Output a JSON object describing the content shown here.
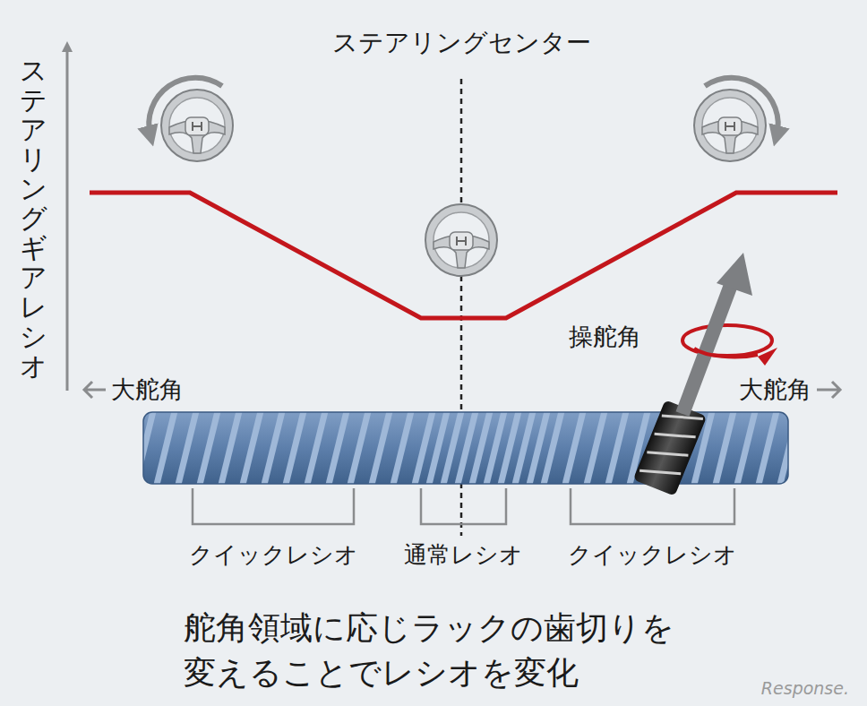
{
  "diagram": {
    "caption": "舵角領域に応じラックの歯切りを変えることでレシオを変化",
    "labels": [
      "ステアリングギアレシオ",
      "ステアリングセンター",
      "操舵角",
      "大舵角",
      "大舵角",
      "クイックレシオ",
      "通常レシオ",
      "クイックレシオ",
      "Response."
    ]
  }
}
